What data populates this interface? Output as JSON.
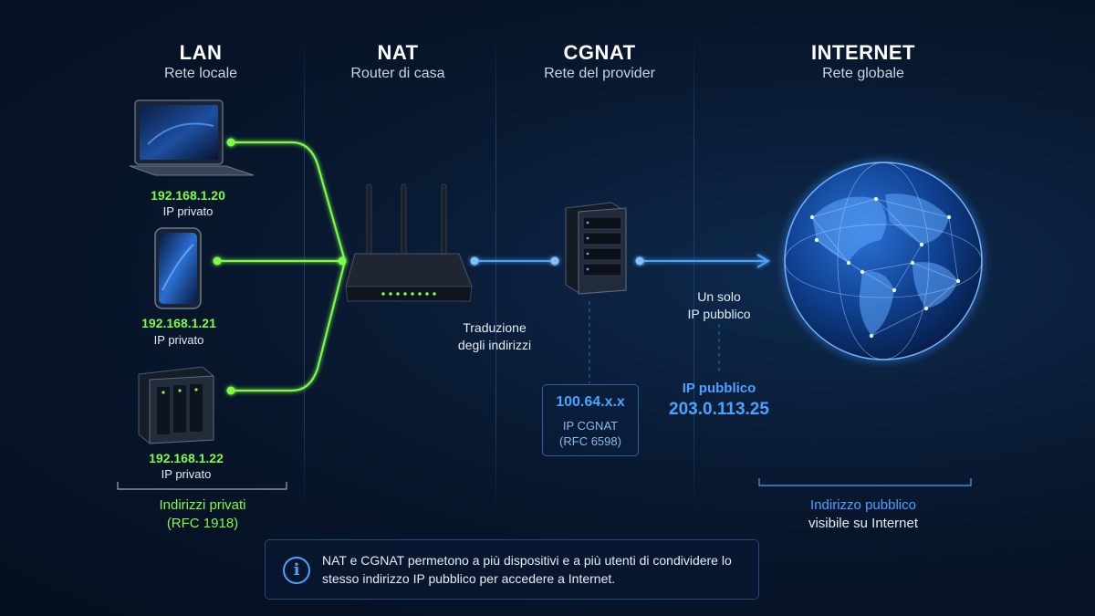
{
  "columns": [
    {
      "title": "LAN",
      "subtitle": "Rete locale"
    },
    {
      "title": "NAT",
      "subtitle": "Router di casa"
    },
    {
      "title": "CGNAT",
      "subtitle": "Rete del provider"
    },
    {
      "title": "INTERNET",
      "subtitle": "Rete globale"
    }
  ],
  "devices": [
    {
      "icon": "laptop-icon",
      "ip": "192.168.1.20",
      "label": "IP privato"
    },
    {
      "icon": "smartphone-icon",
      "ip": "192.168.1.21",
      "label": "IP privato"
    },
    {
      "icon": "nas-icon",
      "ip": "192.168.1.22",
      "label": "IP privato"
    }
  ],
  "lan_note": {
    "line1": "Indirizzi privati",
    "line2": "(RFC 1918)"
  },
  "nat_note": {
    "line1": "Traduzione",
    "line2": "degli indirizzi"
  },
  "cgnat_box": {
    "ip": "100.64.x.x",
    "label": "IP CGNAT",
    "rfc": "(RFC 6598)"
  },
  "public_note": {
    "line1": "Un solo",
    "line2": "IP pubblico"
  },
  "public_ip": {
    "label": "IP pubblico",
    "value": "203.0.113.25"
  },
  "internet_note": {
    "line1": "Indirizzo pubblico",
    "line2": "visibile su Internet"
  },
  "info": {
    "text": "NAT e CGNAT permetono a più dispositivi e a più utenti di condividere lo stesso indirizzo IP pubblico per accedere a Internet."
  },
  "colors": {
    "lan": "#7CFC4A",
    "link": "#4aa3ff",
    "background": "#08182f"
  }
}
